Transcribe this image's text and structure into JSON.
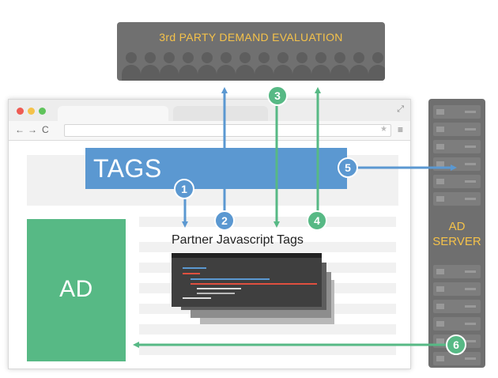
{
  "demand": {
    "title": "3rd PARTY DEMAND EVALUATION"
  },
  "tags": {
    "label": "TAGS"
  },
  "ad": {
    "label": "AD"
  },
  "partner": {
    "label": "Partner Javascript Tags"
  },
  "server": {
    "line1": "AD",
    "line2": "SERVER"
  },
  "steps": [
    "1",
    "2",
    "3",
    "4",
    "5",
    "6"
  ],
  "colors": {
    "blue": "#5b98d1",
    "green": "#57b985",
    "gold": "#f5c24a",
    "gray": "#707070"
  }
}
